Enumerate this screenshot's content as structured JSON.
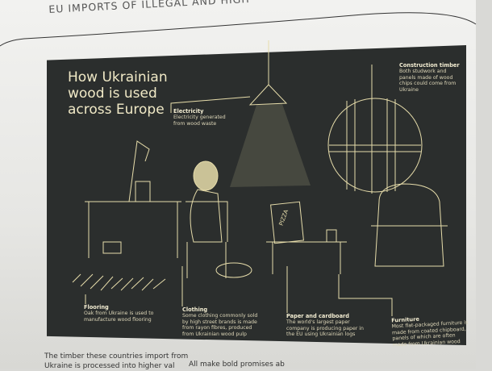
{
  "running_head": "EU IMPORTS OF ILLEGAL AND HIGH",
  "infographic": {
    "title": "How Ukrainian wood is used across Europe",
    "labels": [
      {
        "heading": "Electricity",
        "text": "Electricity generated from wood waste"
      },
      {
        "heading": "Construction timber",
        "text": "Both studwork and panels made of wood chips could come from Ukraine"
      },
      {
        "heading": "Flooring",
        "text": "Oak from Ukraine is used to manufacture wood flooring"
      },
      {
        "heading": "Clothing",
        "text": "Some clothing commonly sold by high street brands is made from rayon fibres, produced from Ukrainian wood pulp"
      },
      {
        "heading": "Paper and cardboard",
        "text": "The world's largest paper company is producing paper in the EU using Ukrainian logs"
      },
      {
        "heading": "Furniture",
        "text": "Most flat-packaged furniture is made from coated chipboard, panels of which are often made from Ukrainian wood"
      }
    ],
    "pizza_box_text": "PIZZA"
  },
  "body_text": {
    "col1_line1": "The timber these countries import from",
    "col1_line2": "Ukraine is processed into higher val",
    "col2_line1": "All make bold promises ab"
  }
}
